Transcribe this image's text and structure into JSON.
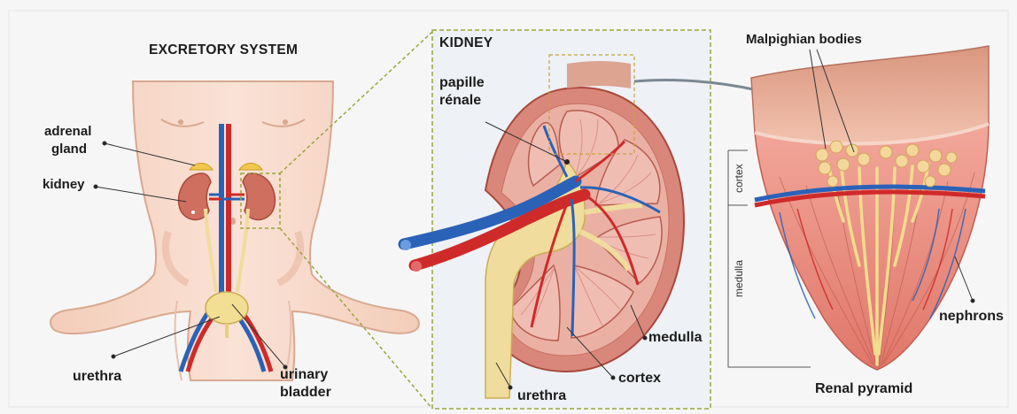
{
  "panels": {
    "body": {
      "title": "EXCRETORY SYSTEM",
      "labels": {
        "adrenal_gland_1": "adrenal",
        "adrenal_gland_2": "gland",
        "kidney": "kidney",
        "urethra": "urethra",
        "bladder_1": "urinary",
        "bladder_2": "bladder"
      }
    },
    "kidney": {
      "title": "KIDNEY",
      "labels": {
        "papilla_1": "papille",
        "papilla_2": "rénale",
        "medulla": "medulla",
        "cortex": "cortex",
        "urethra": "urethra"
      }
    },
    "pyramid": {
      "labels": {
        "malpighian": "Malpighian bodies",
        "cortex": "cortex",
        "medulla": "medulla",
        "nephrons": "nephrons",
        "renal_pyramid": "Renal pyramid"
      }
    }
  },
  "colors": {
    "skin": "#f7d8c8",
    "skin_line": "#d9a890",
    "kidney": "#d98a7a",
    "artery": "#cf2a2a",
    "vein": "#2a62b8",
    "ureter": "#f0dc9c",
    "frame_dash": "#9aa63a",
    "inset_bg": "#eef1f5"
  }
}
